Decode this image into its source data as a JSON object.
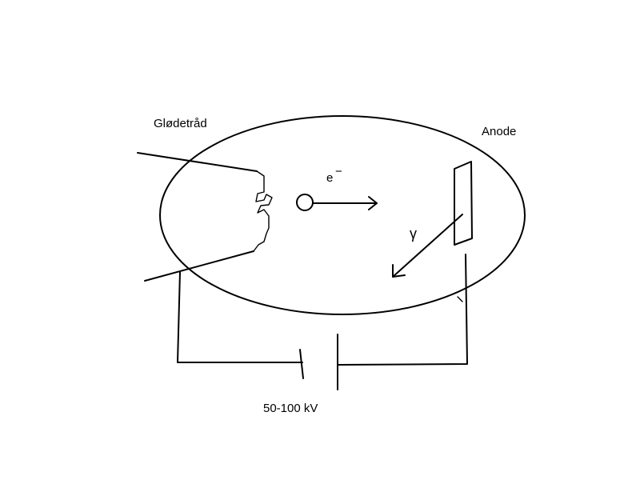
{
  "labels": {
    "filament": "Glødetråd",
    "anode": "Anode",
    "electron": "e",
    "electron_charge": "−",
    "gamma": "γ",
    "voltage": "50-100 kV"
  },
  "colors": {
    "line": "#000000",
    "background": "#ffffff"
  }
}
